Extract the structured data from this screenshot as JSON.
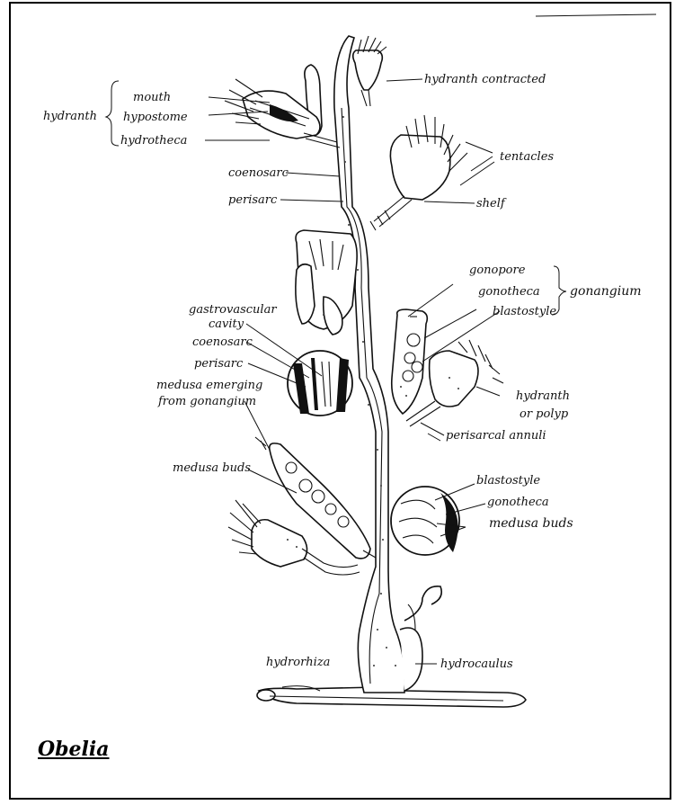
{
  "title": "Obelia",
  "labels": {
    "hydranth_group": "hydranth",
    "mouth": "mouth",
    "hypostome": "hypostome",
    "hydrotheca": "hydrotheca",
    "hydranth_contracted": "hydranth contracted",
    "tentacles": "tentacles",
    "coenosarc_top": "coenosarc",
    "perisarc_top": "perisarc",
    "shelf": "shelf",
    "gonopore": "gonopore",
    "gonotheca": "gonotheca",
    "blastostyle": "blastostyle",
    "gonangium": "gonangium",
    "gastrovascular_1": "gastrovascular",
    "gastrovascular_2": "cavity",
    "coenosarc_mid": "coenosarc",
    "perisarc_mid": "perisarc",
    "medusa_emerging_1": "medusa emerging",
    "medusa_emerging_2": "from gonangium",
    "hydranth_polyp_1": "hydranth",
    "hydranth_polyp_2": "or polyp",
    "perisarcal_annuli": "perisarcal annuli",
    "medusa_buds_left": "medusa buds",
    "blastostyle_inset": "blastostyle",
    "gonotheca_inset": "gonotheca",
    "medusa_buds_inset": "medusa buds",
    "hydrorhiza": "hydrorhiza",
    "hydrocaulus": "hydrocaulus"
  },
  "colors": {
    "ink": "#111111",
    "background": "#ffffff",
    "frame": "#000000"
  }
}
